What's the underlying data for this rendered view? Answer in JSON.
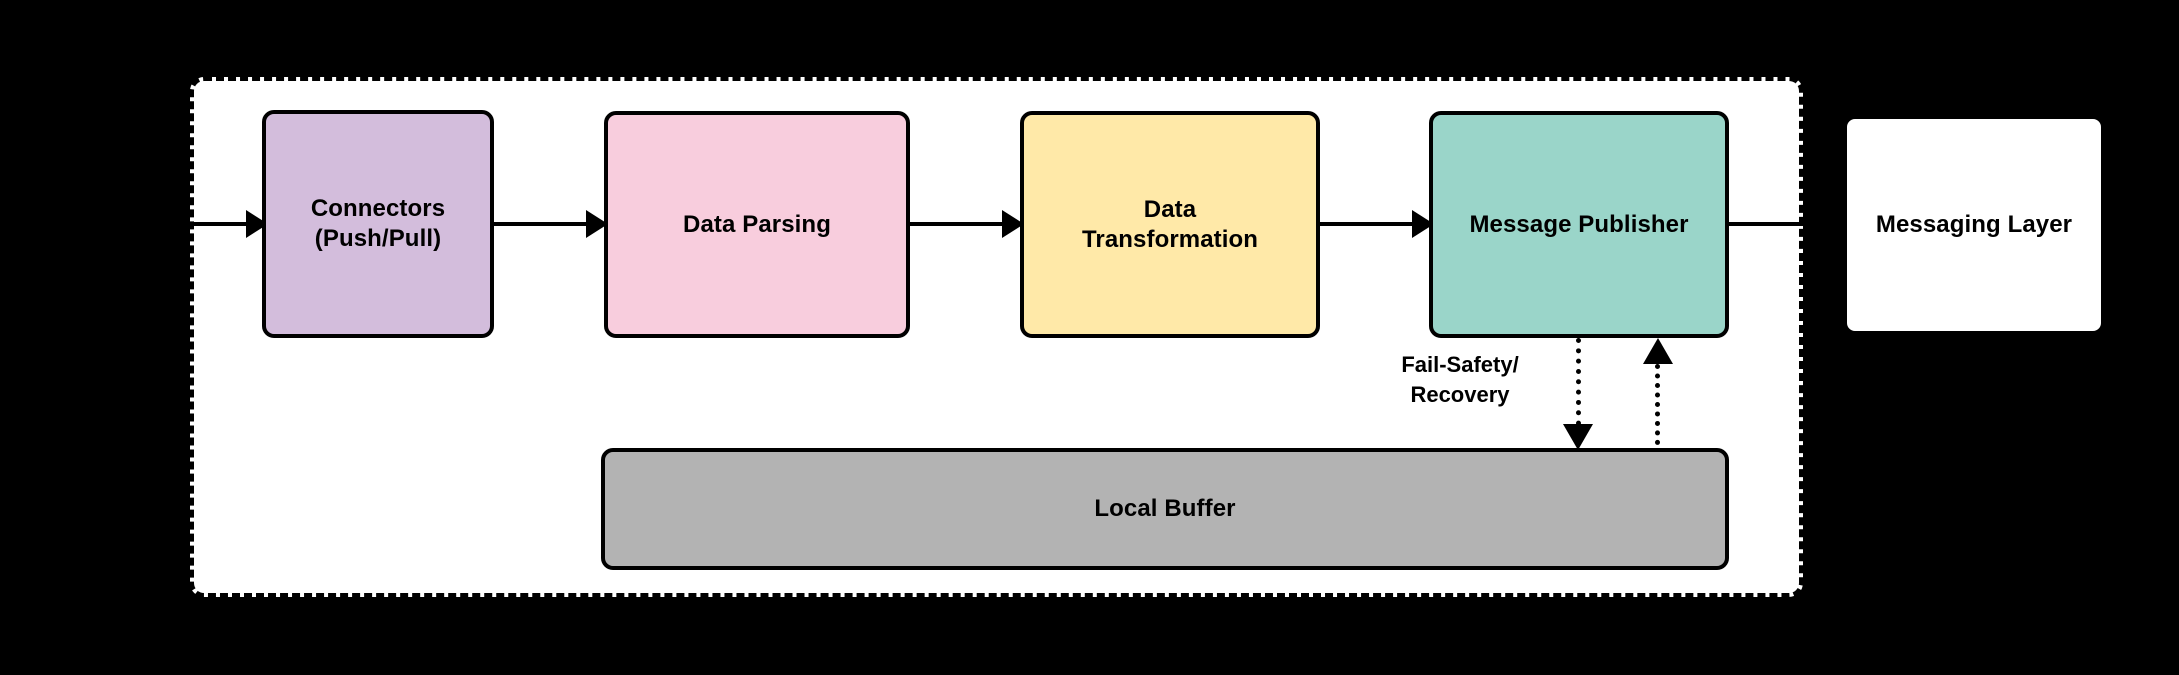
{
  "diagram": {
    "type": "block-flow-diagram",
    "background_color": "#000000",
    "container": {
      "name": "ingestion-pipeline-container",
      "style": "dashed",
      "fill": "#ffffff",
      "stroke": "#000000"
    },
    "nodes": [
      {
        "id": "connectors",
        "label_line1": "Connectors",
        "label_line2": "(Push/Pull)",
        "color": "#d3bddc"
      },
      {
        "id": "parsing",
        "label_line1": "Data Parsing",
        "label_line2": "",
        "color": "#f8cddd"
      },
      {
        "id": "transformation",
        "label_line1": "Data",
        "label_line2": "Transformation",
        "color": "#ffe9a8"
      },
      {
        "id": "publisher",
        "label_line1": "Message Publisher",
        "label_line2": "",
        "color": "#9ad5c9"
      },
      {
        "id": "local_buffer",
        "label_line1": "Local Buffer",
        "label_line2": "",
        "color": "#b3b3b3"
      },
      {
        "id": "messaging",
        "label_line1": "Messaging Layer",
        "label_line2": "",
        "color": "#ffffff"
      }
    ],
    "edges": [
      {
        "id": "input_to_connectors",
        "from": "input",
        "to": "connectors",
        "style": "solid",
        "label": ""
      },
      {
        "id": "connectors_to_parsing",
        "from": "connectors",
        "to": "parsing",
        "style": "solid",
        "label": ""
      },
      {
        "id": "parsing_to_transformation",
        "from": "parsing",
        "to": "transformation",
        "style": "solid",
        "label": ""
      },
      {
        "id": "transformation_to_publisher",
        "from": "transformation",
        "to": "publisher",
        "style": "solid",
        "label": ""
      },
      {
        "id": "publisher_to_messaging",
        "from": "publisher",
        "to": "messaging",
        "style": "solid",
        "label": ""
      },
      {
        "id": "publisher_to_buffer",
        "from": "publisher",
        "to": "local_buffer",
        "style": "dotted",
        "label": "Fail-Safety/ Recovery"
      },
      {
        "id": "buffer_to_publisher",
        "from": "local_buffer",
        "to": "publisher",
        "style": "dotted",
        "label": ""
      }
    ],
    "edge_label": {
      "line1": "Fail-Safety/",
      "line2": "Recovery"
    }
  }
}
